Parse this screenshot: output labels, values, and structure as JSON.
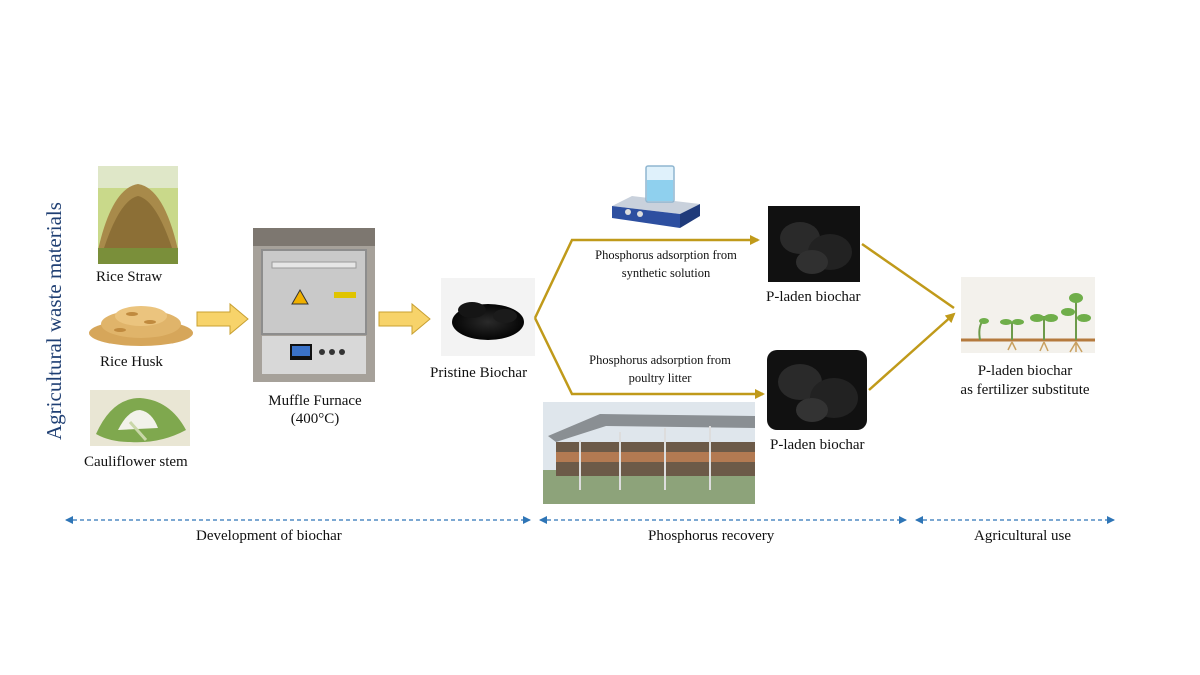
{
  "side_title": "Agricultural waste materials",
  "materials": {
    "rice_straw": "Rice Straw",
    "rice_husk": "Rice Husk",
    "cauliflower_stem": "Cauliflower  stem"
  },
  "furnace": {
    "label_line1": "Muffle Furnace",
    "label_line2": "(400°C)"
  },
  "pristine_biochar": "Pristine Biochar",
  "branch_top": {
    "text_line1": "Phosphorus  adsorption  from",
    "text_line2": "synthetic  solution",
    "result": "P-laden  biochar"
  },
  "branch_bottom": {
    "text_line1": "Phosphorus  adsorption  from",
    "text_line2": "poultry  litter",
    "result": "P-laden  biochar"
  },
  "final": {
    "line1": "P-laden biochar",
    "line2": "as fertilizer  substitute"
  },
  "stages": {
    "development": "Development  of biochar",
    "recovery": "Phosphorus recovery",
    "agri_use": "Agricultural   use"
  },
  "colors": {
    "title_blue": "#1f3f73",
    "flow_gold": "#c09a1a",
    "block_arrow": "#f7d36a",
    "stage_line": "#2e75b6"
  }
}
